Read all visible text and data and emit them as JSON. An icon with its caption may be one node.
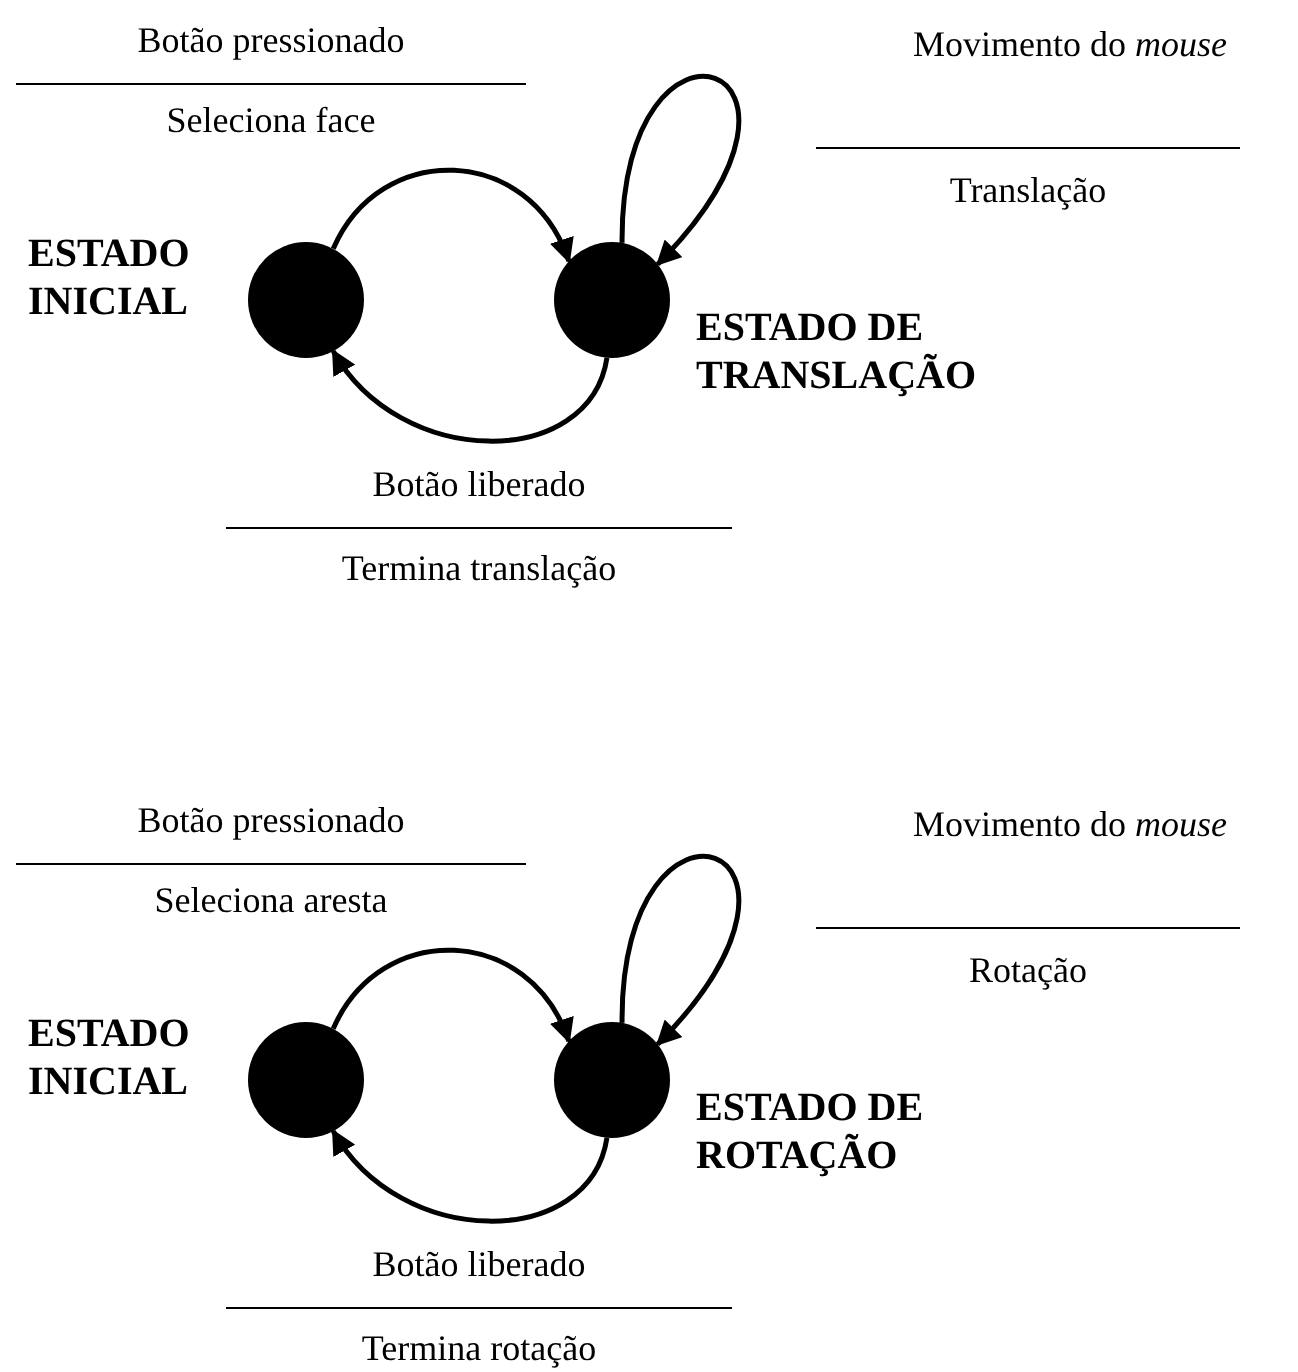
{
  "diagram": {
    "nodes": [
      {
        "text": [],
        "shape": "circle",
        "beside": [
          "ESTADO INICIAL"
        ]
      },
      {
        "text": [],
        "shape": "circle",
        "beside": [
          "ESTADO DE TRANSLAÇÃO"
        ]
      },
      {
        "text": [],
        "shape": "circle",
        "beside": [
          "ESTADO INICIAL"
        ]
      },
      {
        "text": [],
        "shape": "circle",
        "beside": [
          "ESTADO DE ROTAÇÃO"
        ]
      }
    ],
    "edges": [
      {
        "from": 0,
        "to": 1,
        "arrow": "to"
      },
      {
        "from": 1,
        "to": 1,
        "arrow": "to"
      },
      {
        "from": 1,
        "to": 0,
        "arrow": "to"
      },
      {
        "from": 2,
        "to": 3,
        "arrow": "to"
      },
      {
        "from": 3,
        "to": 3,
        "arrow": "to"
      },
      {
        "from": 3,
        "to": 2,
        "arrow": "to"
      }
    ],
    "labels": [
      "Botão pressionado",
      "Seleciona face",
      "Movimento do *mouse*",
      "Translação",
      "Botão liberado",
      "Termina translação",
      "Botão pressionado",
      "Seleciona aresta",
      "Movimento do *mouse*",
      "Rotação",
      "Botão liberado",
      "Termina rotação"
    ]
  }
}
